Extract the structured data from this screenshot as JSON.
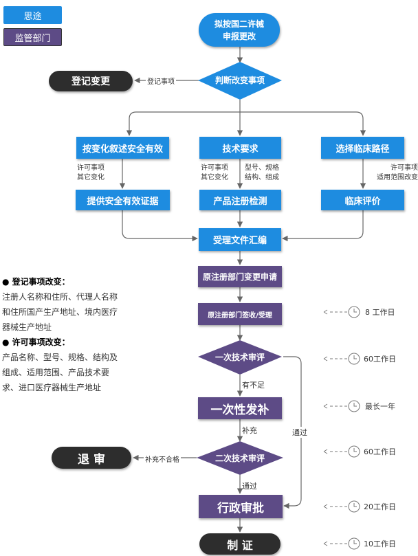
{
  "legend": {
    "thinking": "思途",
    "regulator": "监管部门"
  },
  "nodes": {
    "start": "拟按国二许械\n申报更改",
    "judge": "判断改变事项",
    "register_change": "登记变更",
    "left_branch_top": "按变化叙述安全有效",
    "mid_branch_top": "技术要求",
    "right_branch_top": "选择临床路径",
    "left_branch_bottom": "提供安全有效证据",
    "mid_branch_bottom": "产品注册检测",
    "right_branch_bottom": "临床评价",
    "collect": "受理文件汇编",
    "apply": "原注册部门变更申请",
    "receive": "原注册部门签收/受理",
    "review1": "一次技术审评",
    "supplement": "一次性发补",
    "withdraw": "退 审",
    "review2": "二次技术审评",
    "approve": "行政审批",
    "certificate": "制 证"
  },
  "edge_labels": {
    "register_item": "登记事项",
    "left_note": "许可事项\n其它变化",
    "mid_note1": "许可事项\n其它变化",
    "mid_note2": "型号、规格\n结构、组成",
    "right_note": "许可事项\n适用范围改变",
    "insufficient": "有不足",
    "supplement": "补充",
    "unqualified": "补充不合格",
    "pass1": "通过",
    "pass2": "通过"
  },
  "times": [
    "8 工作日",
    "60工作日",
    "最长一年",
    "60工作日",
    "20工作日",
    "10工作日"
  ],
  "left_text": {
    "register_title": "登记事项改变：",
    "register_body": [
      "注册人名称和住所、代理人名称",
      "和住所国产生产地址、境内医疗",
      "器械生产地址"
    ],
    "license_title": "许可事项改变：",
    "license_body": [
      "产品名称、型号、规格、结构及",
      "组成、适用范围、产品技术要",
      "求、进口医疗器械生产地址"
    ]
  },
  "colors": {
    "blue": "#1e8ce0",
    "purple": "#5d4b86",
    "dark": "#2d2d2d",
    "line": "#666666"
  }
}
